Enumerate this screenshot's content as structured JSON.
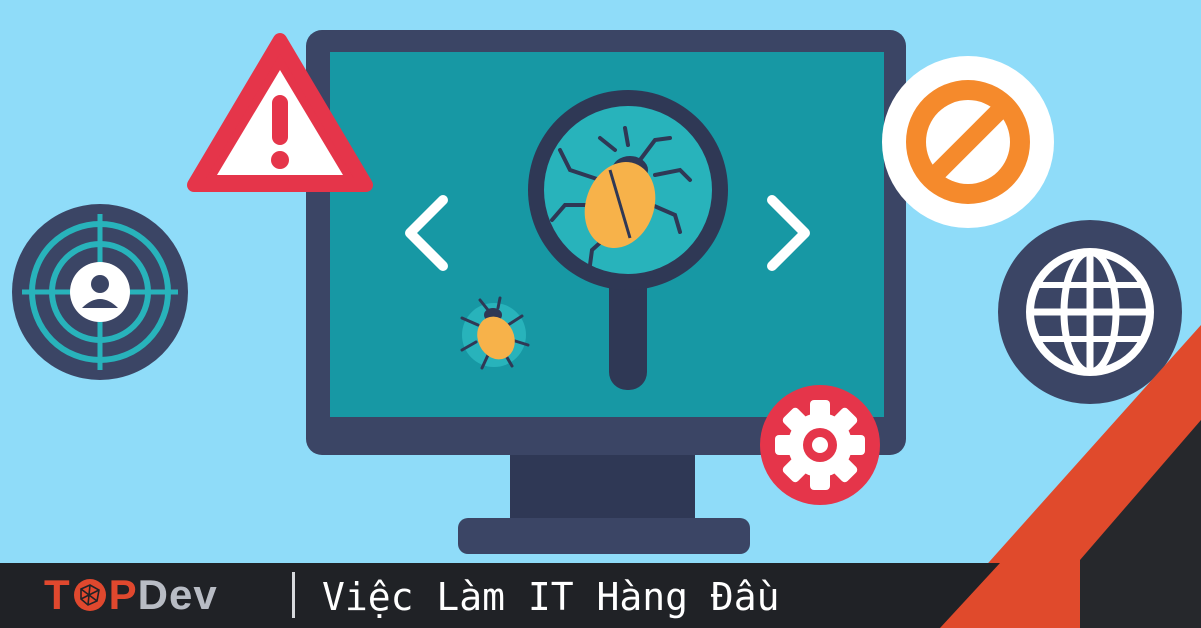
{
  "colors": {
    "background": "#8fdcf9",
    "monitor_frame": "#3b4565",
    "screen": "#1798a4",
    "warning_red": "#e5354a",
    "bug_orange": "#f7b24a",
    "block_orange": "#f58a2c",
    "brand_red": "#e0482e",
    "footer_dark": "#202226"
  },
  "icons": {
    "warning": "warning-triangle-icon",
    "target": "target-user-icon",
    "blocked": "no-entry-icon",
    "globe": "globe-icon",
    "settings": "gear-icon",
    "search": "magnifier-bug-icon",
    "code_left": "chevron-left-icon",
    "code_right": "chevron-right-icon"
  },
  "brand": {
    "t": "T",
    "p": "P",
    "dev": "Dev"
  },
  "tagline": "Việc Làm IT Hàng Đầu"
}
